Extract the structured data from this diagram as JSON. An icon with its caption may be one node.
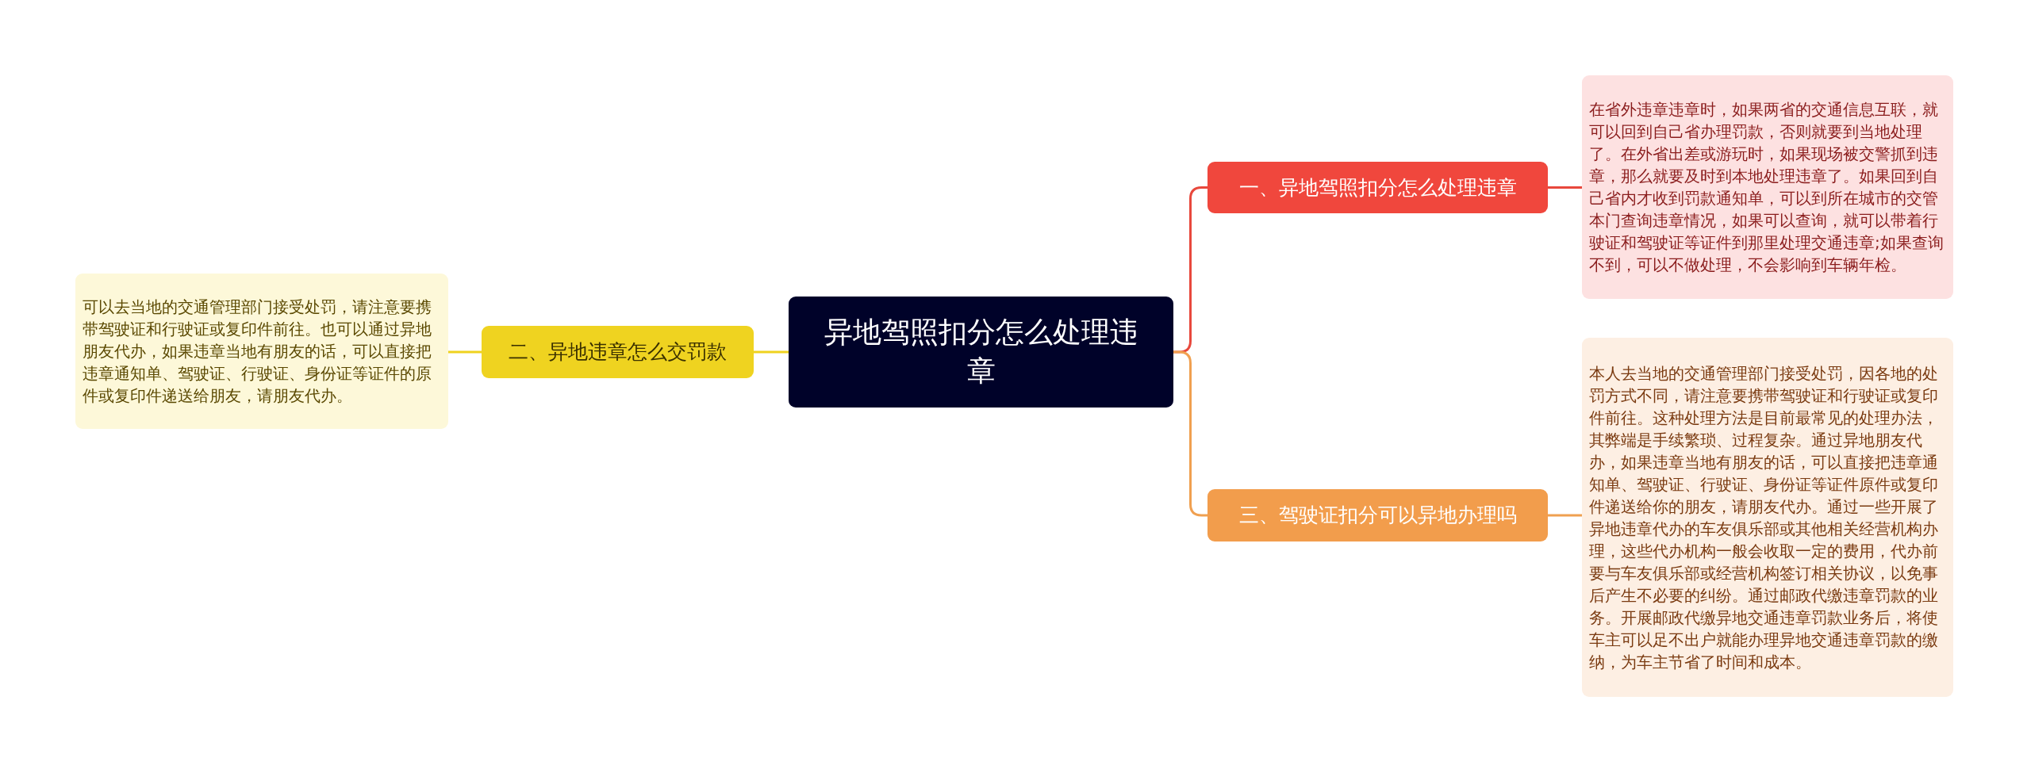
{
  "diagram": {
    "nodes": [
      {
        "text": [
          "异地驾照扣分怎么处理违章"
        ]
      },
      {
        "text": [
          "一、异地驾照扣分怎么处理违章"
        ]
      },
      {
        "text": [
          "在省外违章违章时，如果两省的交通信息互联，就可以回到自己省办理罚款，否则就要到当地处理了。在外省出差或游玩时，如果现场被交警抓到违章，那么就要及时到本地处理违章了。如果回到自己省内才收到罚款通知单，可以到所在城市的交管本门查询违章情况，如果可以查询，就可以带着行驶证和驾驶证等证件到那里处理交通违章;如果查询不到，可以不做处理，不会影响到车辆年检。"
        ]
      },
      {
        "text": [
          "二、异地违章怎么交罚款"
        ]
      },
      {
        "text": [
          "可以去当地的交通管理部门接受处罚，请注意要携带驾驶证和行驶证或复印件前往。也可以通过异地朋友代办，如果违章当地有朋友的话，可以直接把违章通知单、驾驶证、行驶证、身份证等证件的原件或复印件递送给朋友，请朋友代办。"
        ]
      },
      {
        "text": [
          "三、驾驶证扣分可以异地办理吗"
        ]
      },
      {
        "text": [
          "本人去当地的交通管理部门接受处罚，因各地的处罚方式不同，请注意要携带驾驶证和行驶证或复印件前往。这种处理方法是目前最常见的处理办法，其弊端是手续繁琐、过程复杂。通过异地朋友代办，如果违章当地有朋友的话，可以直接把违章通知单、驾驶证、行驶证、身份证等证件原件或复印件递送给你的朋友，请朋友代办。通过一些开展了异地违章代办的车友俱乐部或其他相关经营机构办理，这些代办机构一般会收取一定的费用，代办前要与车友俱乐部或经营机构签订相关协议，以免事后产生不必要的纠纷。通过邮政代缴违章罚款的业务。开展邮政代缴异地交通违章罚款业务后，将使车主可以足不出户就能办理异地交通违章罚款的缴纳，为车主节省了时间和成本。"
        ]
      }
    ],
    "edges": [
      {
        "from": 0,
        "to": 1,
        "arrow": "none",
        "color": "#e8483c"
      },
      {
        "from": 1,
        "to": 2,
        "arrow": "none",
        "color": "#e8483c"
      },
      {
        "from": 0,
        "to": 3,
        "arrow": "none",
        "color": "#efd21e"
      },
      {
        "from": 3,
        "to": 4,
        "arrow": "none",
        "color": "#efd21e"
      },
      {
        "from": 0,
        "to": 5,
        "arrow": "none",
        "color": "#f0a050"
      },
      {
        "from": 5,
        "to": 6,
        "arrow": "none",
        "color": "#f0a050"
      }
    ]
  }
}
